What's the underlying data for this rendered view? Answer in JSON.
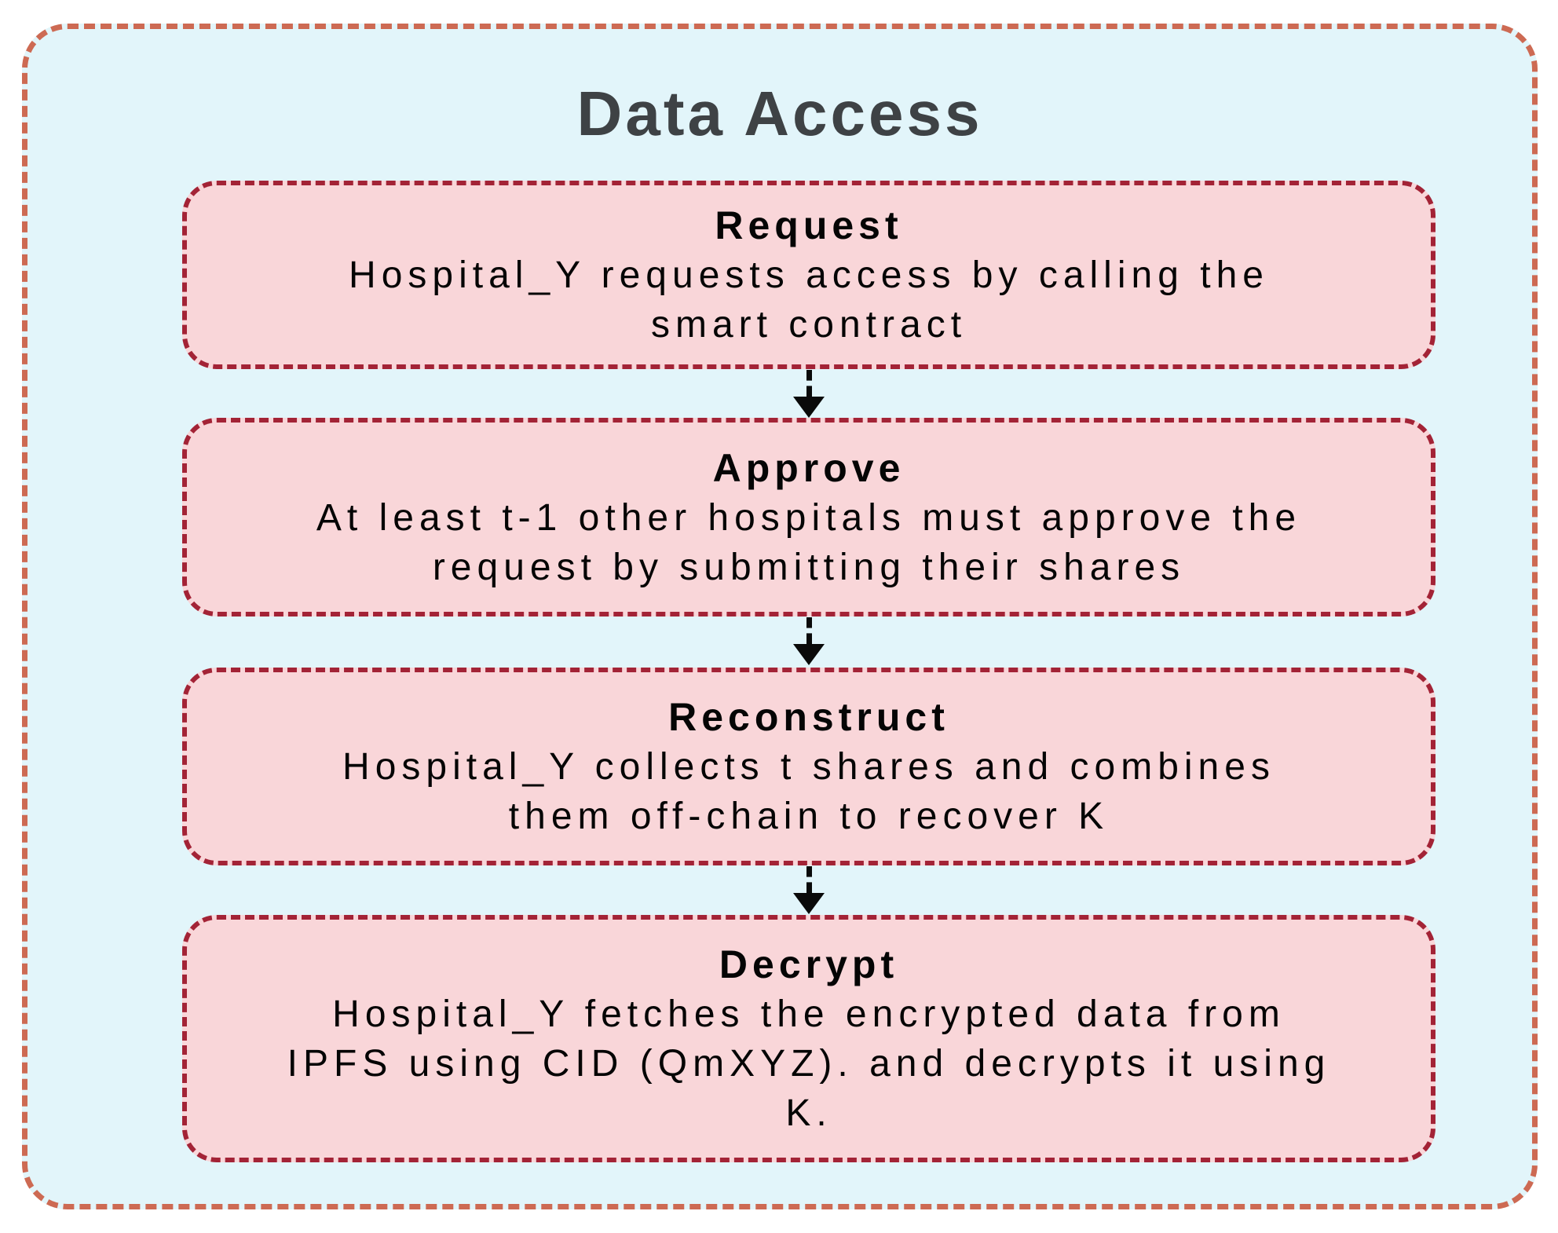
{
  "title": "Data Access",
  "colors": {
    "frame_bg": "#e2f5fa",
    "frame_border": "#cd6a53",
    "box_bg": "#f9d6d9",
    "box_border": "#a32336",
    "title_color": "#3e4245",
    "text_color": "#050505",
    "arrow_color": "#0a0a0a",
    "page_bg": "#ffffff"
  },
  "steps": [
    {
      "title": "Request",
      "body": "Hospital_Y requests access by calling the\nsmart contract"
    },
    {
      "title": "Approve",
      "body": "At least t-1 other hospitals must approve the\nrequest by submitting their shares"
    },
    {
      "title": "Reconstruct",
      "body": "Hospital_Y collects t shares and combines\nthem off-chain to recover K"
    },
    {
      "title": "Decrypt",
      "body": "Hospital_Y fetches the encrypted data from\nIPFS using CID (QmXYZ). and decrypts it using\nK."
    }
  ]
}
